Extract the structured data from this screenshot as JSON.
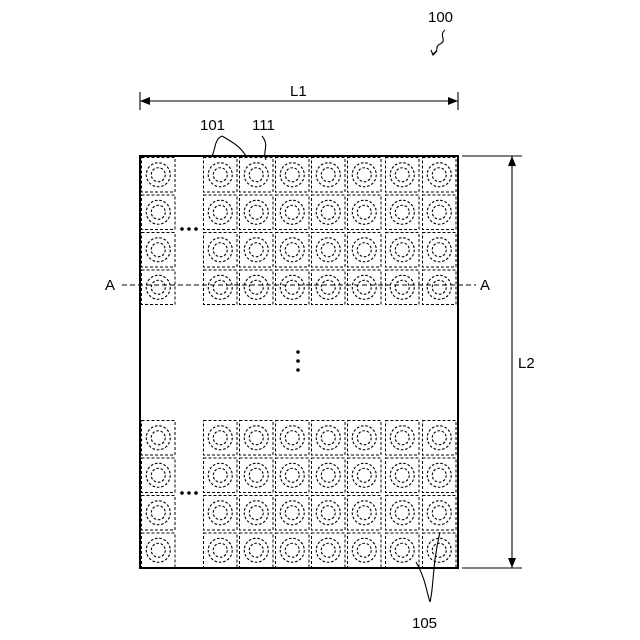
{
  "labels": {
    "device": "100",
    "width": "L1",
    "height": "L2",
    "ref_101": "101",
    "ref_111": "111",
    "ref_105": "105",
    "section_left": "A",
    "section_right": "A"
  }
}
